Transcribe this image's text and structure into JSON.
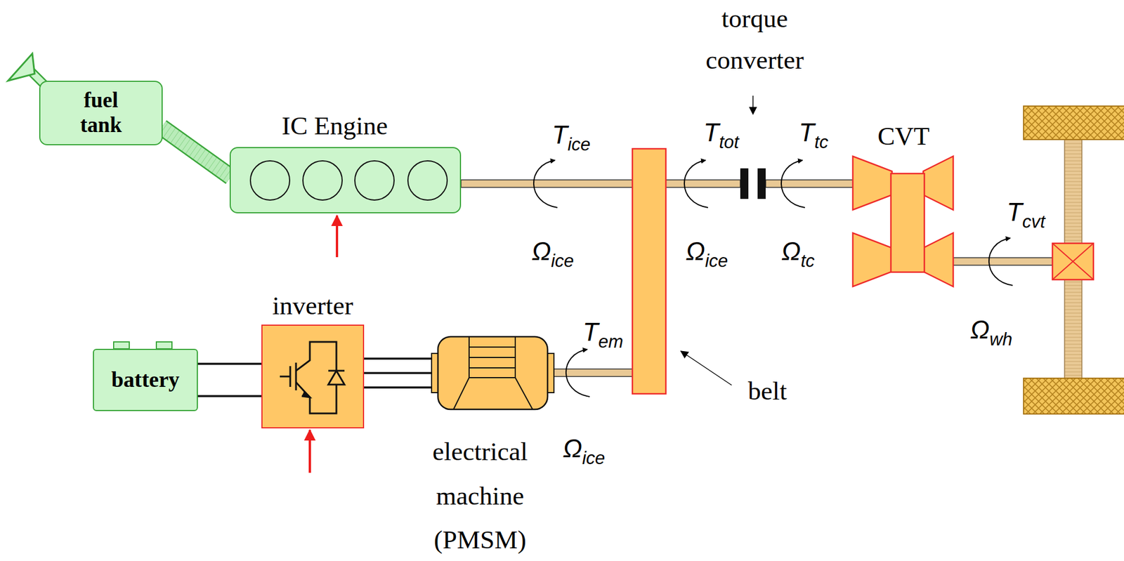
{
  "diagram": {
    "nodes": [
      {
        "text": [
          "fuel tank"
        ]
      },
      {
        "text": [
          "IC Engine"
        ]
      },
      {
        "text": [
          "battery"
        ]
      },
      {
        "text": [
          "inverter"
        ]
      },
      {
        "text": [
          "electrical machine (PMSM)"
        ]
      }
    ],
    "edges": [
      {
        "from": 0,
        "to": 1,
        "arrow": "none"
      },
      {
        "from": 2,
        "to": 3,
        "arrow": "none"
      },
      {
        "from": 3,
        "to": 4,
        "arrow": "none"
      }
    ],
    "labels": [
      "torque converter",
      "Tice",
      "Ωice",
      "Ttot",
      "Ωice",
      "Ttc",
      "Ωtc",
      "CVT",
      "Tcvt",
      "Ωwh",
      "Tem",
      "Ωice",
      "belt"
    ]
  }
}
